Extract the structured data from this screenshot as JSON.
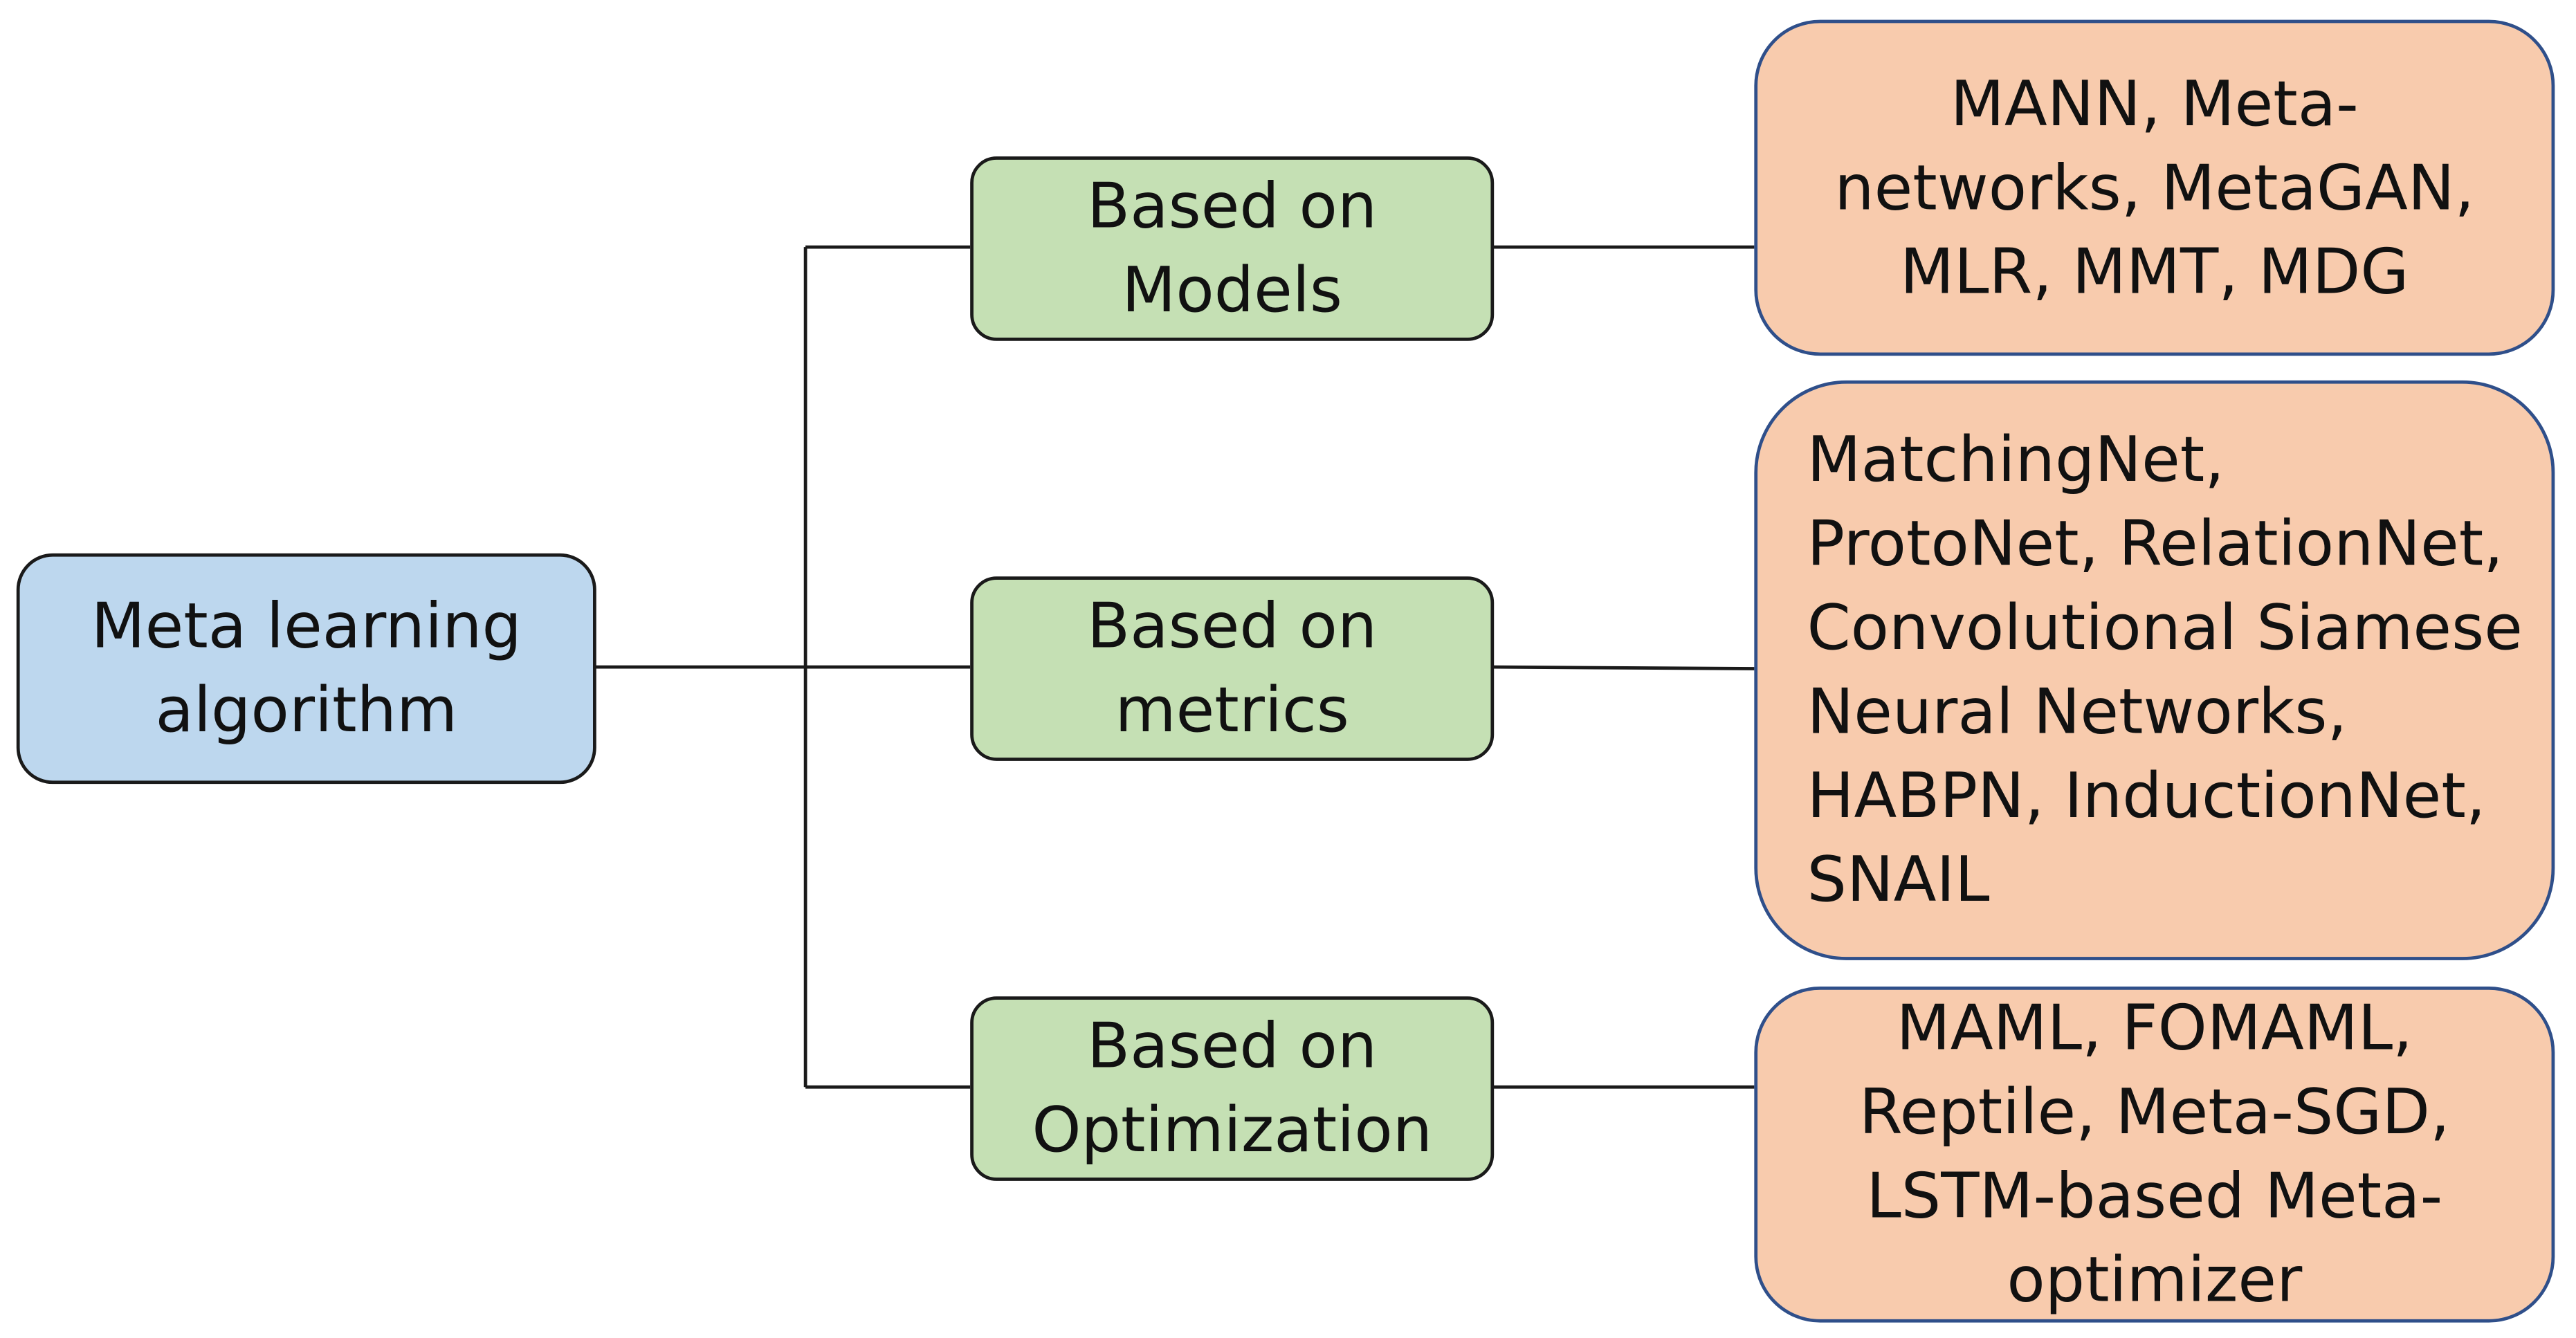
{
  "root": {
    "label": "Meta learning\nalgorithm"
  },
  "categories": [
    {
      "label": "Based on\nModels",
      "methods": "MANN,  Meta-\nnetworks,  MetaGAN,\nMLR,  MMT,  MDG"
    },
    {
      "label": "Based on\nmetrics",
      "methods": "MatchingNet,\nProtoNet,  RelationNet,\nConvolutional Siamese\nNeural Networks,\nHABPN,  InductionNet,\nSNAIL"
    },
    {
      "label": "Based on\nOptimization",
      "methods": "MAML,  FOMAML,\nReptile,  Meta-SGD,\nLSTM-based Meta-\noptimizer"
    }
  ],
  "colors": {
    "root_fill": "#bdd7ee",
    "category_fill": "#c5e0b4",
    "method_fill": "#f8cbad",
    "method_border": "#2f4f8a",
    "line": "#1a1a1a"
  }
}
